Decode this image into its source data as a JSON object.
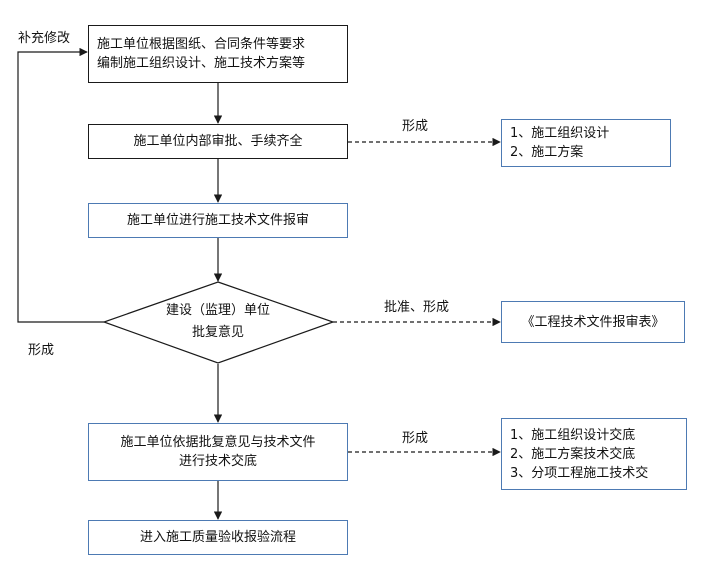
{
  "flow": {
    "step1": {
      "line1": "施工单位根据图纸、合同条件等要求",
      "line2": "编制施工组织设计、施工技术方案等"
    },
    "step2": {
      "text": "施工单位内部审批、手续齐全"
    },
    "step3": {
      "text": "施工单位进行施工技术文件报审"
    },
    "decision": {
      "line1": "建设（监理）单位",
      "line2": "批复意见"
    },
    "step4": {
      "line1": "施工单位依据批复意见与技术文件",
      "line2": "进行技术交底"
    },
    "step5": {
      "text": "进入施工质量验收报验流程"
    }
  },
  "outputs": {
    "out1": {
      "item1": "1、施工组织设计",
      "item2": "2、施工方案"
    },
    "out2": {
      "text": "《工程技术文件报审表》"
    },
    "out3": {
      "item1": "1、施工组织设计交底",
      "item2": "2、施工方案技术交底",
      "item3": "3、分项工程施工技术交"
    }
  },
  "labels": {
    "revise": "补充修改",
    "form_left": "形成",
    "form1": "形成",
    "approve_form": "批准、形成",
    "form3": "形成"
  },
  "colors": {
    "line": "#1a1a1a",
    "blue_border": "#4d7ab3"
  }
}
